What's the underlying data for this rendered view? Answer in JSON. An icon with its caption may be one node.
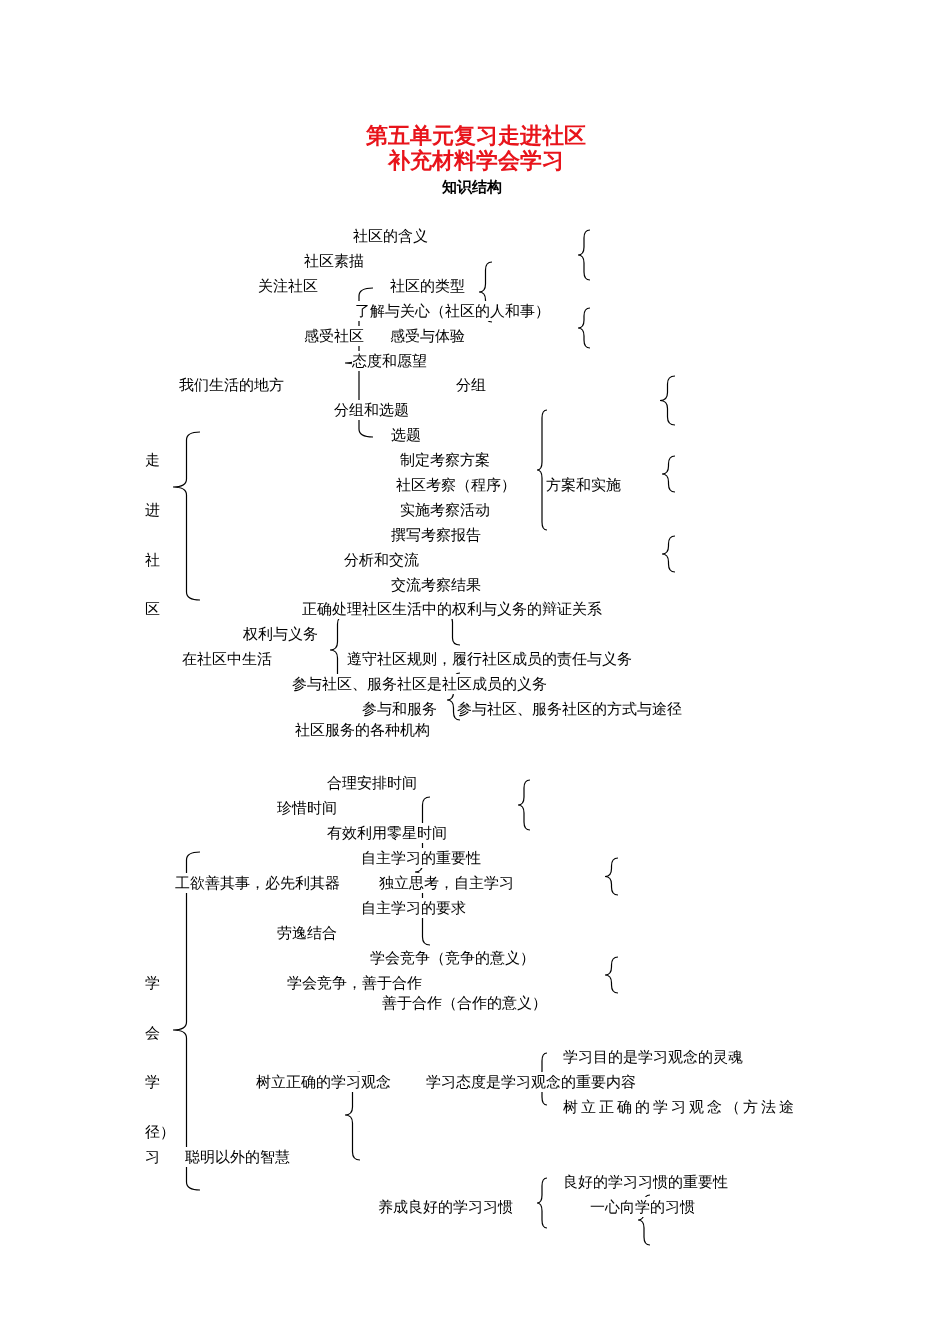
{
  "diagram": {
    "title": "第五单元复习走进社区补充材料学会学习",
    "labels": [
      "知识结构",
      "社区的含义",
      "社区素描",
      "关注社区",
      "社区的类型",
      "了解与关心（社区的人和事）",
      "感受社区",
      "感受与体验",
      "态度和愿望",
      "我们生活的地方",
      "分组",
      "分组和选题",
      "选题",
      "走",
      "制定考察方案",
      "社区考察（程序）",
      "方案和实施",
      "进",
      "实施考察活动",
      "撰写考察报告",
      "社",
      "分析和交流",
      "交流考察结果",
      "区",
      "正确处理社区生活中的权利与义务的辩证关系",
      "权利与义务",
      "在社区中生活",
      "遵守社区规则，履行社区成员的责任与义务",
      "参与社区、服务社区是社区成员的义务",
      "参与和服务",
      "参与社区、服务社区的方式与途径",
      "社区服务的各种机构",
      "合理安排时间",
      "珍惜时间",
      "有效利用零星时间",
      "自主学习的重要性",
      "工欲善其事，必先利其器",
      "独立思考，自主学习",
      "自主学习的要求",
      "劳逸结合",
      "学会竞争（竞争的意义）",
      "学",
      "学会竞争，善于合作",
      "善于合作（合作的意义）",
      "会",
      "学习目的是学习观念的灵魂",
      "学",
      "树立正确的学习观念",
      "学习态度是学习观念的重要内容",
      "树立正确的学习观念（方法途",
      "径）",
      "习",
      "聪明以外的智慧",
      "良好的学习习惯的重要性",
      "养成良好的学习习惯",
      "一心向学的习惯"
    ]
  }
}
